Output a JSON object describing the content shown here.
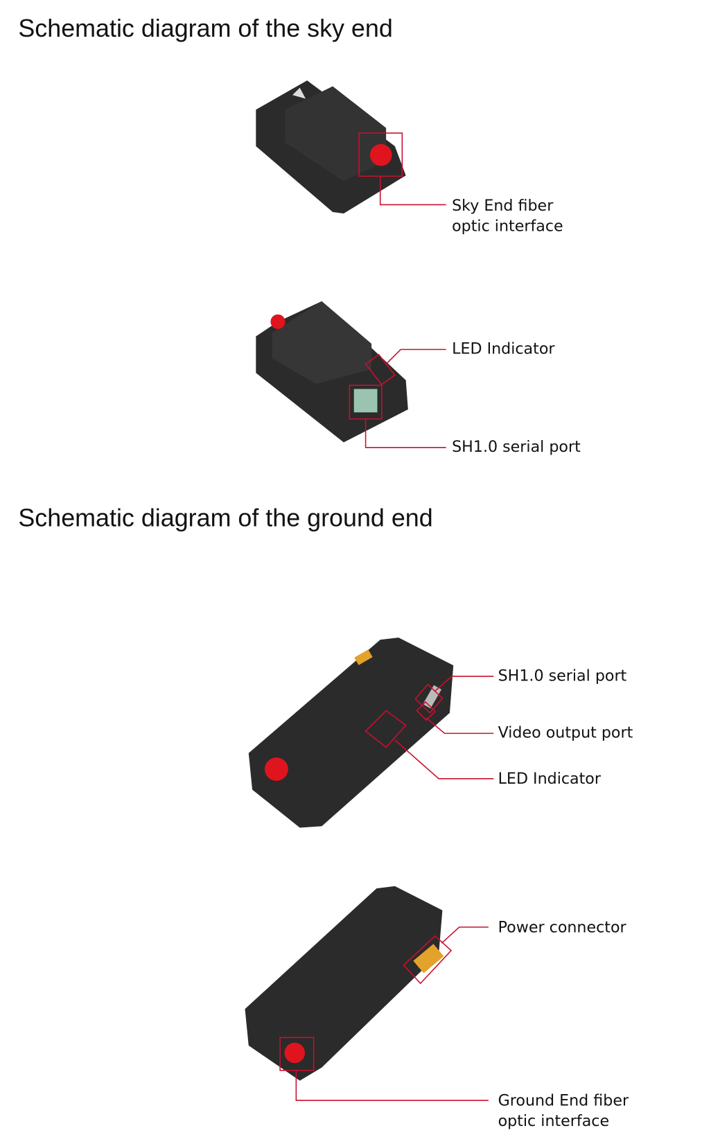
{
  "sky": {
    "title": "Schematic diagram of the sky end",
    "labels": {
      "fiber_line1": "Sky End fiber",
      "fiber_line2": "optic interface",
      "led": "LED Indicator",
      "serial": "SH1.0 serial port"
    }
  },
  "ground": {
    "title": "Schematic diagram of the ground end",
    "labels": {
      "serial": "SH1.0 serial port",
      "video": "Video output port",
      "led": "LED Indicator",
      "power": "Power connector",
      "fiber_line1": "Ground End fiber",
      "fiber_line2": "optic interface"
    }
  },
  "colors": {
    "callout": "#c8102e",
    "device": "#2a2a2a",
    "connector_red": "#e0141e",
    "connector_yellow": "#e3a22a"
  }
}
